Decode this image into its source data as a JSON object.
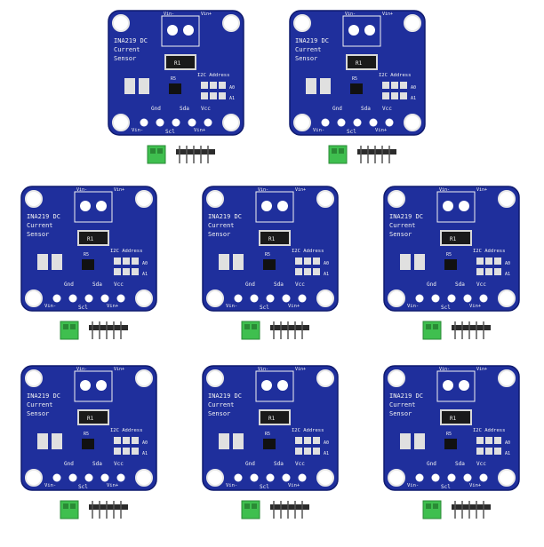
{
  "boards": [
    {
      "id": 1
    },
    {
      "id": 2
    },
    {
      "id": 3
    },
    {
      "id": 4
    },
    {
      "id": 5
    },
    {
      "id": 6
    },
    {
      "id": 7
    },
    {
      "id": 8
    }
  ],
  "silkscreen": {
    "vin_minus_top": "Vin-",
    "vin_plus_top": "Vin+",
    "chip_name": "INA219 DC",
    "current": "Current",
    "sensor": "Sensor",
    "shunt_value": "R1",
    "rs_label": "R5",
    "i2c_address": "I2C Address",
    "gnd": "Gnd",
    "sda": "Sda",
    "vcc": "Vcc",
    "vin_minus_bottom": "Vin-",
    "scl": "Scl",
    "vin_plus_bottom": "Vin+",
    "a0": "A0",
    "a1": "A1"
  },
  "colors": {
    "pcb": "#1f2f9c",
    "pcb_edge": "#0f1a6e",
    "hole_ring": "#e8e8e8",
    "terminal": "#3fbf4f",
    "pin_header": "#2b2b2b",
    "silk": "#f2f2f2"
  }
}
